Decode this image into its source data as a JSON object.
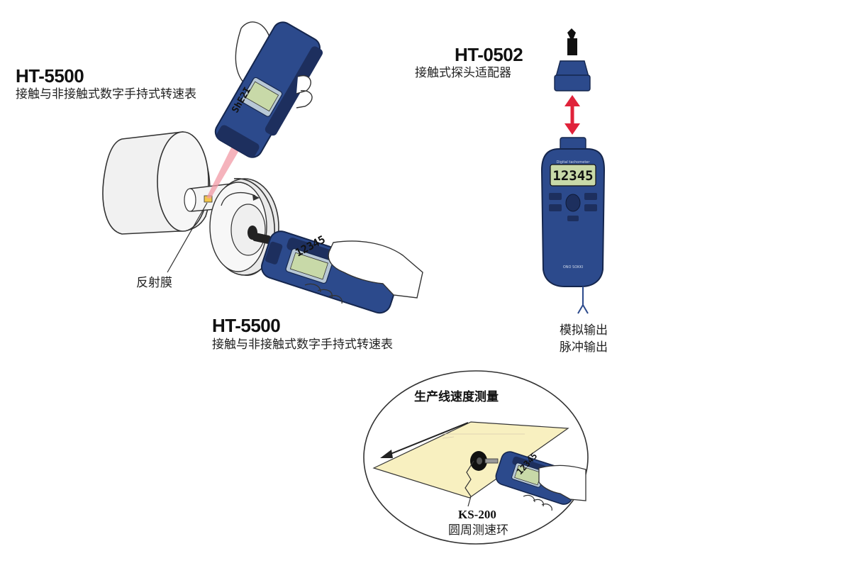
{
  "labels": {
    "top_left_model": "HT-5500",
    "top_left_desc": "接触与非接触式数字手持式转速表",
    "bottom_model": "HT-5500",
    "bottom_desc": "接触与非接触式数字手持式转速表",
    "reflective_film": "反射膜",
    "adapter_model": "HT-0502",
    "adapter_desc": "接触式探头适配器",
    "analog_output": "模拟输出",
    "pulse_output": "脉冲输出",
    "line_speed_title": "生产线速度测量",
    "ks_model": "KS-200",
    "ks_desc": "圆周测速环"
  },
  "displays": {
    "top_device": "ShE2I",
    "contact_device": "12345",
    "front_device": "12345",
    "line_device": "12345"
  },
  "colors": {
    "device_body": "#2c4a8c",
    "device_dark": "#1d2f5e",
    "lcd": "#c8d9a8",
    "laser": "#f29aa6",
    "arrow": "#e0223a",
    "sheet": "#f8f0c0"
  }
}
